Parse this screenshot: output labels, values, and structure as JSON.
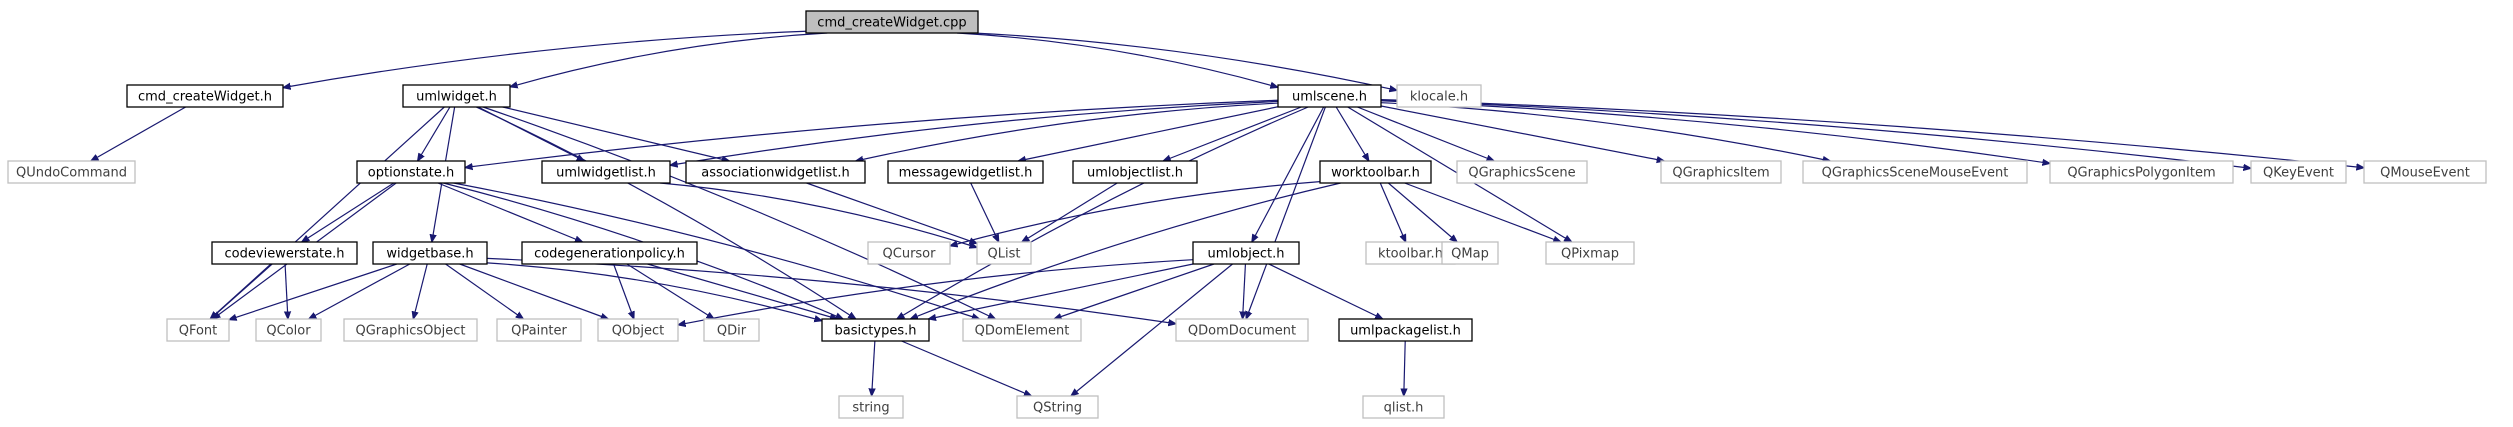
{
  "nodes": [
    {
      "id": "cmd_createWidget_cpp",
      "label": "cmd_createWidget.cpp",
      "kind": "root"
    },
    {
      "id": "cmd_createWidget_h",
      "label": "cmd_createWidget.h",
      "kind": "file"
    },
    {
      "id": "umlwidget_h",
      "label": "umlwidget.h",
      "kind": "file"
    },
    {
      "id": "umlscene_h",
      "label": "umlscene.h",
      "kind": "file"
    },
    {
      "id": "klocale_h",
      "label": "klocale.h",
      "kind": "external"
    },
    {
      "id": "QUndoCommand",
      "label": "QUndoCommand",
      "kind": "external"
    },
    {
      "id": "optionstate_h",
      "label": "optionstate.h",
      "kind": "file"
    },
    {
      "id": "umlwidgetlist_h",
      "label": "umlwidgetlist.h",
      "kind": "file"
    },
    {
      "id": "associationwidgetlist_h",
      "label": "associationwidgetlist.h",
      "kind": "file"
    },
    {
      "id": "messagewidgetlist_h",
      "label": "messagewidgetlist.h",
      "kind": "file"
    },
    {
      "id": "umlobjectlist_h",
      "label": "umlobjectlist.h",
      "kind": "file"
    },
    {
      "id": "worktoolbar_h",
      "label": "worktoolbar.h",
      "kind": "file"
    },
    {
      "id": "QGraphicsScene",
      "label": "QGraphicsScene",
      "kind": "external"
    },
    {
      "id": "QGraphicsItem",
      "label": "QGraphicsItem",
      "kind": "external"
    },
    {
      "id": "QGraphicsSceneMouseEvent",
      "label": "QGraphicsSceneMouseEvent",
      "kind": "external"
    },
    {
      "id": "QGraphicsPolygonItem",
      "label": "QGraphicsPolygonItem",
      "kind": "external"
    },
    {
      "id": "QKeyEvent",
      "label": "QKeyEvent",
      "kind": "external"
    },
    {
      "id": "QMouseEvent",
      "label": "QMouseEvent",
      "kind": "external"
    },
    {
      "id": "codeviewerstate_h",
      "label": "codeviewerstate.h",
      "kind": "file"
    },
    {
      "id": "widgetbase_h",
      "label": "widgetbase.h",
      "kind": "file"
    },
    {
      "id": "codegenerationpolicy_h",
      "label": "codegenerationpolicy.h",
      "kind": "file"
    },
    {
      "id": "QCursor",
      "label": "QCursor",
      "kind": "external"
    },
    {
      "id": "QList",
      "label": "QList",
      "kind": "external"
    },
    {
      "id": "umlobject_h",
      "label": "umlobject.h",
      "kind": "file"
    },
    {
      "id": "ktoolbar_h",
      "label": "ktoolbar.h",
      "kind": "external"
    },
    {
      "id": "QMap",
      "label": "QMap",
      "kind": "external"
    },
    {
      "id": "QPixmap",
      "label": "QPixmap",
      "kind": "external"
    },
    {
      "id": "QFont",
      "label": "QFont",
      "kind": "external"
    },
    {
      "id": "QColor",
      "label": "QColor",
      "kind": "external"
    },
    {
      "id": "QGraphicsObject",
      "label": "QGraphicsObject",
      "kind": "external"
    },
    {
      "id": "QPainter",
      "label": "QPainter",
      "kind": "external"
    },
    {
      "id": "QObject",
      "label": "QObject",
      "kind": "external"
    },
    {
      "id": "QDir",
      "label": "QDir",
      "kind": "external"
    },
    {
      "id": "basictypes_h",
      "label": "basictypes.h",
      "kind": "file"
    },
    {
      "id": "QDomElement",
      "label": "QDomElement",
      "kind": "external"
    },
    {
      "id": "QDomDocument",
      "label": "QDomDocument",
      "kind": "external"
    },
    {
      "id": "umlpackagelist_h",
      "label": "umlpackagelist.h",
      "kind": "file"
    },
    {
      "id": "string",
      "label": "string",
      "kind": "external"
    },
    {
      "id": "QString",
      "label": "QString",
      "kind": "external"
    },
    {
      "id": "qlist_h",
      "label": "qlist.h",
      "kind": "external"
    }
  ],
  "edges": [
    [
      "cmd_createWidget_cpp",
      "cmd_createWidget_h"
    ],
    [
      "cmd_createWidget_cpp",
      "umlwidget_h"
    ],
    [
      "cmd_createWidget_cpp",
      "umlscene_h"
    ],
    [
      "cmd_createWidget_cpp",
      "klocale_h"
    ],
    [
      "cmd_createWidget_h",
      "QUndoCommand"
    ],
    [
      "umlwidget_h",
      "optionstate_h"
    ],
    [
      "umlwidget_h",
      "umlwidgetlist_h"
    ],
    [
      "umlwidget_h",
      "associationwidgetlist_h"
    ],
    [
      "umlwidget_h",
      "widgetbase_h"
    ],
    [
      "umlwidget_h",
      "QFont"
    ],
    [
      "umlwidget_h",
      "basictypes_h"
    ],
    [
      "umlwidget_h",
      "QDomElement"
    ],
    [
      "umlscene_h",
      "optionstate_h"
    ],
    [
      "umlscene_h",
      "umlwidgetlist_h"
    ],
    [
      "umlscene_h",
      "associationwidgetlist_h"
    ],
    [
      "umlscene_h",
      "messagewidgetlist_h"
    ],
    [
      "umlscene_h",
      "umlobjectlist_h"
    ],
    [
      "umlscene_h",
      "worktoolbar_h"
    ],
    [
      "umlscene_h",
      "QGraphicsScene"
    ],
    [
      "umlscene_h",
      "QGraphicsItem"
    ],
    [
      "umlscene_h",
      "QGraphicsSceneMouseEvent"
    ],
    [
      "umlscene_h",
      "QGraphicsPolygonItem"
    ],
    [
      "umlscene_h",
      "QKeyEvent"
    ],
    [
      "umlscene_h",
      "QMouseEvent"
    ],
    [
      "umlscene_h",
      "QPixmap"
    ],
    [
      "umlscene_h",
      "umlobject_h"
    ],
    [
      "umlscene_h",
      "basictypes_h"
    ],
    [
      "umlscene_h",
      "QDomDocument"
    ],
    [
      "optionstate_h",
      "codeviewerstate_h"
    ],
    [
      "optionstate_h",
      "codegenerationpolicy_h"
    ],
    [
      "optionstate_h",
      "QFont"
    ],
    [
      "optionstate_h",
      "basictypes_h"
    ],
    [
      "optionstate_h",
      "QDomElement"
    ],
    [
      "umlwidgetlist_h",
      "QList"
    ],
    [
      "associationwidgetlist_h",
      "QList"
    ],
    [
      "messagewidgetlist_h",
      "QList"
    ],
    [
      "umlobjectlist_h",
      "QList"
    ],
    [
      "worktoolbar_h",
      "ktoolbar_h"
    ],
    [
      "worktoolbar_h",
      "QMap"
    ],
    [
      "worktoolbar_h",
      "QPixmap"
    ],
    [
      "worktoolbar_h",
      "QCursor"
    ],
    [
      "worktoolbar_h",
      "basictypes_h"
    ],
    [
      "codeviewerstate_h",
      "QFont"
    ],
    [
      "codeviewerstate_h",
      "QColor"
    ],
    [
      "widgetbase_h",
      "QFont"
    ],
    [
      "widgetbase_h",
      "QColor"
    ],
    [
      "widgetbase_h",
      "QGraphicsObject"
    ],
    [
      "widgetbase_h",
      "QPainter"
    ],
    [
      "widgetbase_h",
      "QObject"
    ],
    [
      "widgetbase_h",
      "basictypes_h"
    ],
    [
      "widgetbase_h",
      "QDomDocument"
    ],
    [
      "codegenerationpolicy_h",
      "QObject"
    ],
    [
      "codegenerationpolicy_h",
      "QDir"
    ],
    [
      "codegenerationpolicy_h",
      "basictypes_h"
    ],
    [
      "umlobject_h",
      "QObject"
    ],
    [
      "umlobject_h",
      "QDomElement"
    ],
    [
      "umlobject_h",
      "QDomDocument"
    ],
    [
      "umlobject_h",
      "basictypes_h"
    ],
    [
      "umlobject_h",
      "umlpackagelist_h"
    ],
    [
      "umlobject_h",
      "QString"
    ],
    [
      "umlpackagelist_h",
      "qlist_h"
    ],
    [
      "basictypes_h",
      "string"
    ],
    [
      "basictypes_h",
      "QString"
    ]
  ],
  "colors": {
    "edge": "#191970",
    "root_fill": "#bfbfbf",
    "file_border": "#000000",
    "external_border": "#bfbfbf",
    "external_text": "#3f3f3f"
  }
}
